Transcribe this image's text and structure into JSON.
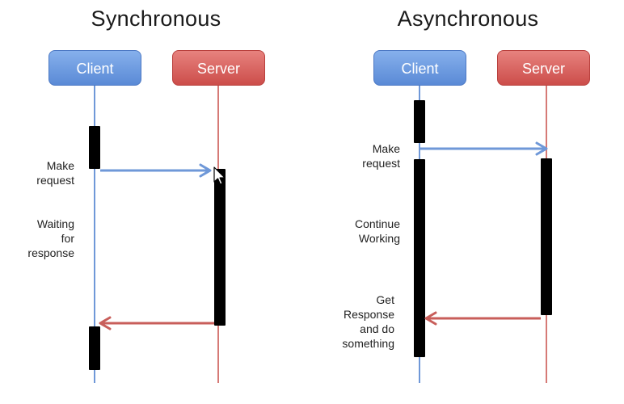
{
  "sync": {
    "title": "Synchronous",
    "client_label": "Client",
    "server_label": "Server",
    "label_make_request": [
      "Make",
      "request"
    ],
    "label_waiting": [
      "Waiting",
      "for",
      "response"
    ]
  },
  "async": {
    "title": "Asynchronous",
    "client_label": "Client",
    "server_label": "Server",
    "label_make_request": [
      "Make",
      "request"
    ],
    "label_continue": [
      "Continue",
      "Working"
    ],
    "label_get_response": [
      "Get",
      "Response",
      "and do",
      "something"
    ]
  },
  "colors": {
    "client": "#5a8ad6",
    "server": "#cc4d4a",
    "request_arrow": "#6f98d8",
    "response_arrow": "#c85e5a",
    "activation": "#000000"
  },
  "icons": {
    "cursor": "mouse-pointer-icon"
  }
}
